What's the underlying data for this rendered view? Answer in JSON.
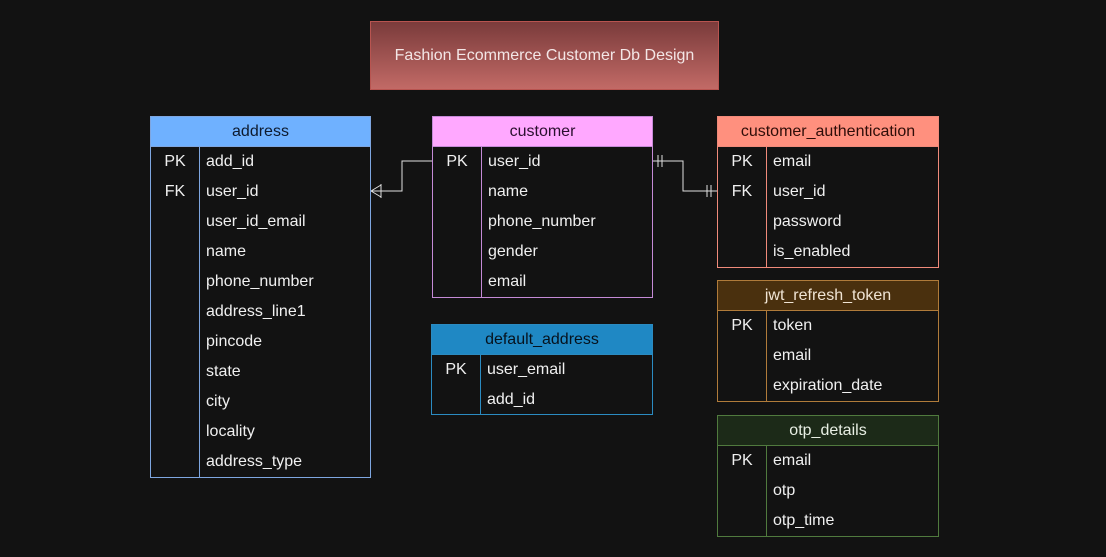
{
  "title": "Fashion Ecommerce Customer Db Design",
  "entities": {
    "address": {
      "name": "address",
      "rows": [
        {
          "key": "PK",
          "field": "add_id"
        },
        {
          "key": "FK",
          "field": "user_id"
        },
        {
          "key": "",
          "field": "user_id_email"
        },
        {
          "key": "",
          "field": "name"
        },
        {
          "key": "",
          "field": "phone_number"
        },
        {
          "key": "",
          "field": "address_line1"
        },
        {
          "key": "",
          "field": "pincode"
        },
        {
          "key": "",
          "field": "state"
        },
        {
          "key": "",
          "field": "city"
        },
        {
          "key": "",
          "field": "locality"
        },
        {
          "key": "",
          "field": "address_type"
        }
      ]
    },
    "customer": {
      "name": "customer",
      "rows": [
        {
          "key": "PK",
          "field": "user_id"
        },
        {
          "key": "",
          "field": "name"
        },
        {
          "key": "",
          "field": "phone_number"
        },
        {
          "key": "",
          "field": "gender"
        },
        {
          "key": "",
          "field": "email"
        }
      ]
    },
    "customer_authentication": {
      "name": "customer_authentication",
      "rows": [
        {
          "key": "PK",
          "field": "email"
        },
        {
          "key": "FK",
          "field": "user_id"
        },
        {
          "key": "",
          "field": "password"
        },
        {
          "key": "",
          "field": "is_enabled"
        }
      ]
    },
    "default_address": {
      "name": "default_address",
      "rows": [
        {
          "key": "PK",
          "field": "user_email"
        },
        {
          "key": "",
          "field": "add_id"
        }
      ]
    },
    "jwt_refresh_token": {
      "name": "jwt_refresh_token",
      "rows": [
        {
          "key": "PK",
          "field": "token"
        },
        {
          "key": "",
          "field": "email"
        },
        {
          "key": "",
          "field": "expiration_date"
        }
      ]
    },
    "otp_details": {
      "name": "otp_details",
      "rows": [
        {
          "key": "PK",
          "field": "email"
        },
        {
          "key": "",
          "field": "otp"
        },
        {
          "key": "",
          "field": "otp_time"
        }
      ]
    }
  },
  "relationships": [
    {
      "from": "customer.user_id",
      "to": "address.user_id",
      "from_cardinality": "one",
      "to_cardinality": "one-or-many"
    },
    {
      "from": "customer.user_id",
      "to": "customer_authentication.user_id",
      "from_cardinality": "one",
      "to_cardinality": "one"
    }
  ],
  "colors": {
    "background": "#121212",
    "address_header": "#6fb1ff",
    "customer_header": "#ffa8ff",
    "customer_authentication_header": "#ff907e",
    "default_address_header": "#1f88c4",
    "jwt_refresh_token_header": "#4a300e",
    "otp_details_header": "#1c2a18",
    "title_fill_top": "#7a3b3b",
    "title_fill_bottom": "#c26a66"
  }
}
